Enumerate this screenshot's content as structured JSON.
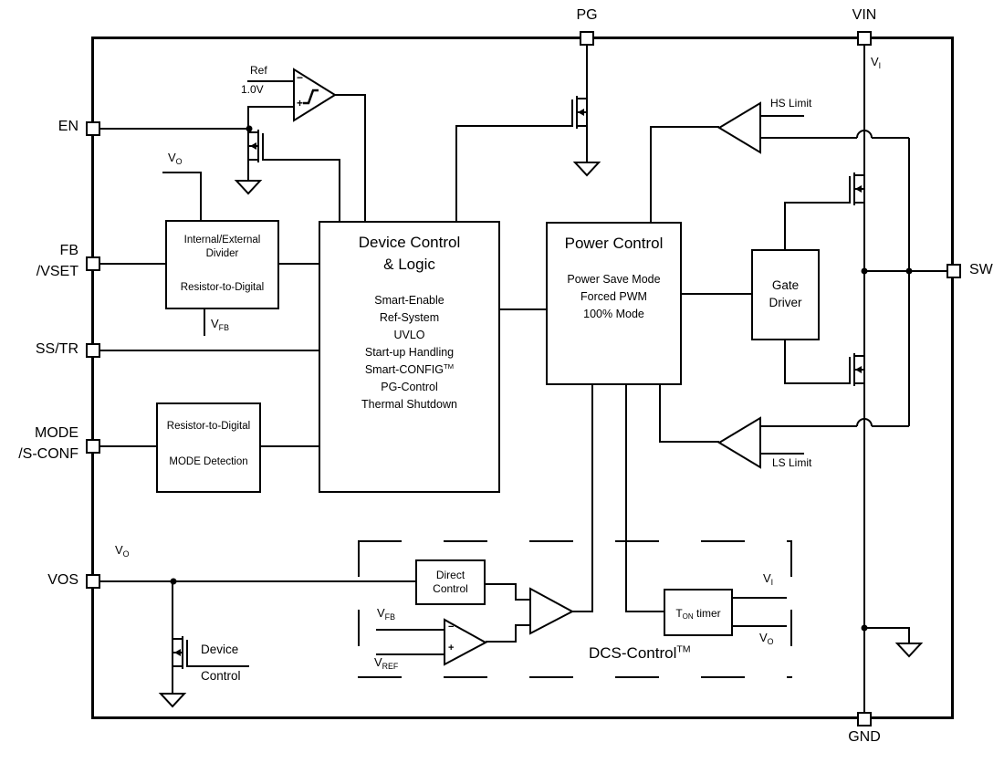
{
  "diagram": {
    "pins": {
      "pg": "PG",
      "vin": "VIN",
      "en": "EN",
      "fb_line1": "FB",
      "fb_line2": "/VSET",
      "sstr": "SS/TR",
      "mode_line1": "MODE",
      "mode_line2": "/S-CONF",
      "vos": "VOS",
      "sw": "SW",
      "gnd": "GND"
    },
    "blocks": {
      "divider": {
        "line1": "Internal/External",
        "line2": "Divider",
        "line3": "Resistor-to-Digital"
      },
      "device_control": {
        "title_line1": "Device Control",
        "title_line2": "& Logic",
        "items": [
          "Smart-Enable",
          "Ref-System",
          "UVLO",
          "Start-up Handling",
          "Smart-CONFIG",
          "PG-Control",
          "Thermal Shutdown"
        ],
        "tm": "TM"
      },
      "power_control": {
        "title": "Power Control",
        "items": [
          "Power Save Mode",
          "Forced PWM",
          "100% Mode"
        ]
      },
      "gate_driver": {
        "line1": "Gate",
        "line2": "Driver"
      },
      "mode_detect": {
        "line1": "Resistor-to-Digital",
        "line2": "MODE Detection"
      },
      "direct_control": {
        "line1": "Direct",
        "line2": "Control"
      },
      "ton_timer": {
        "t": "T",
        "t_sub": "ON",
        "rest": " timer"
      }
    },
    "labels": {
      "ref": "Ref",
      "ref_value": "1.0V",
      "hs_limit": "HS Limit",
      "ls_limit": "LS Limit",
      "vi": {
        "m": "V",
        "s": "I"
      },
      "vo": {
        "m": "V",
        "s": "O"
      },
      "vfb": {
        "m": "V",
        "s": "FB"
      },
      "vref": {
        "m": "V",
        "s": "REF"
      },
      "device_net_line1": "Device",
      "device_net_line2": "Control",
      "dcs": "DCS-Control",
      "dcs_tm": "TM",
      "plus": "+",
      "minus": "−"
    }
  }
}
